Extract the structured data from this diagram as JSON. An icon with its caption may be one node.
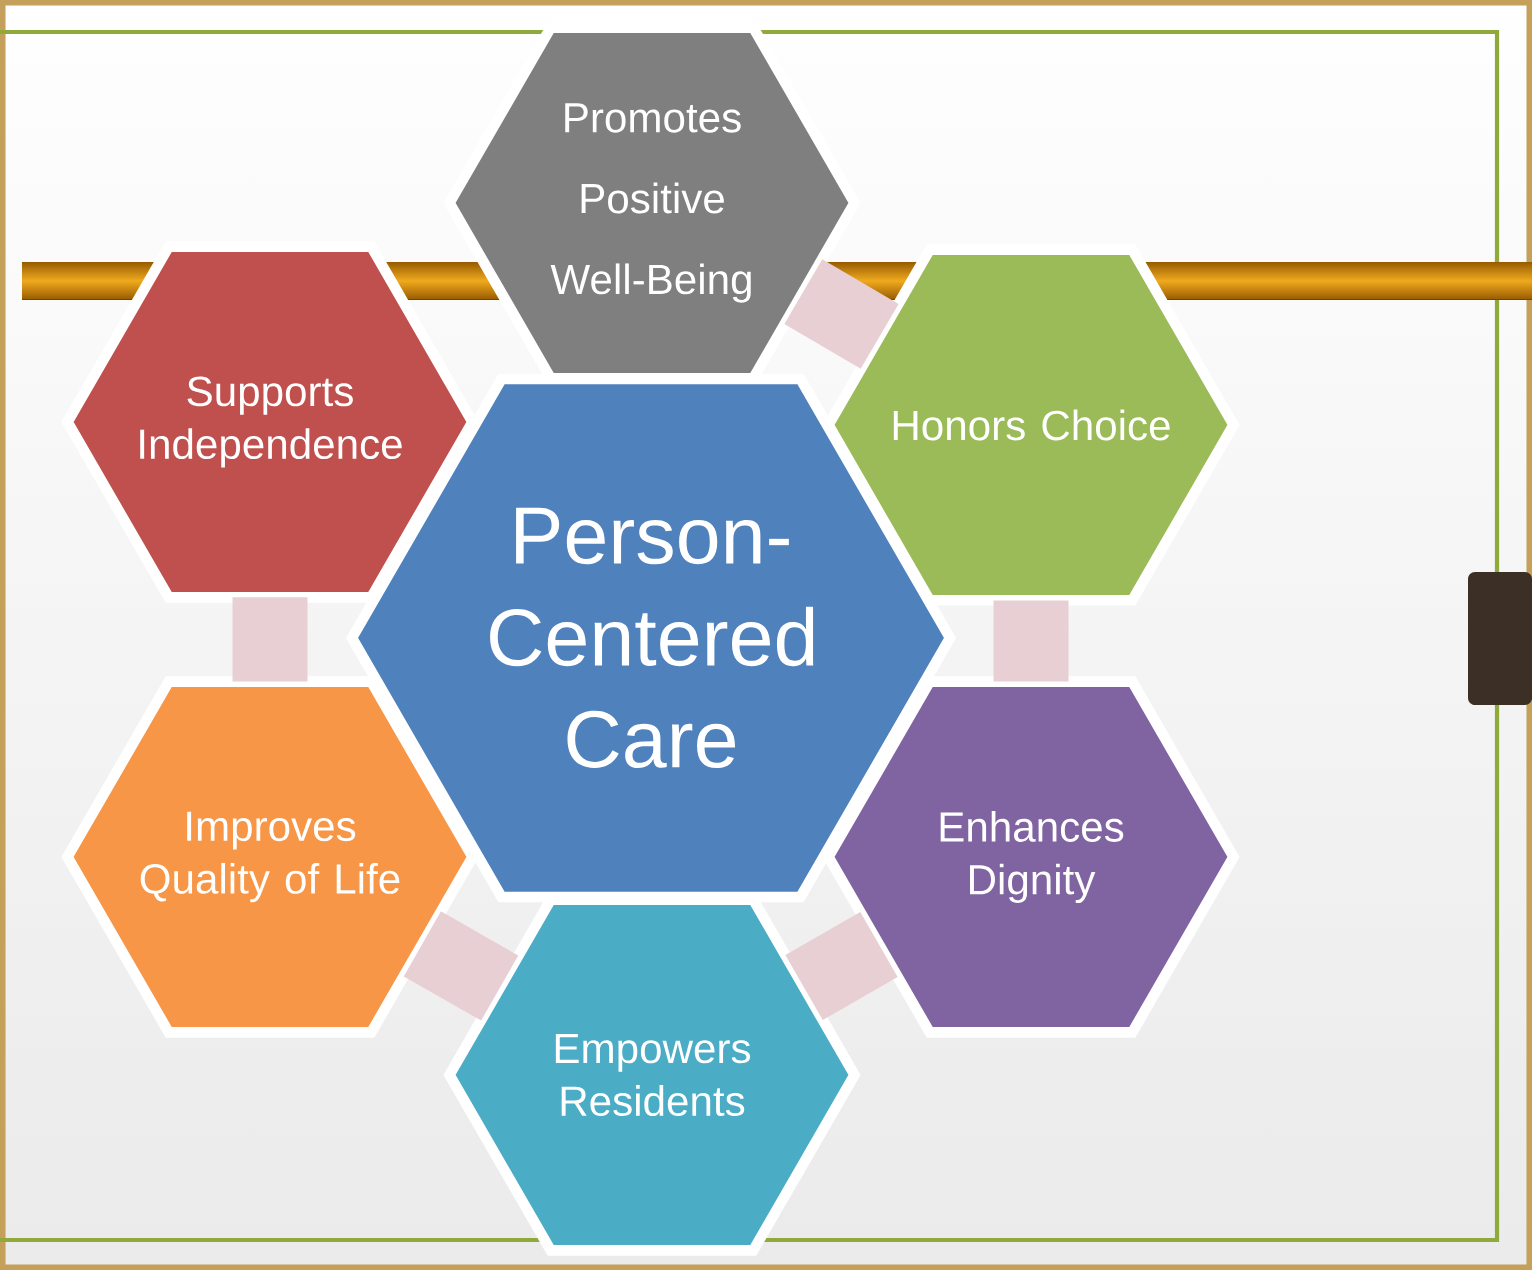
{
  "diagram": {
    "nodes": [
      {
        "text": [
          "Promotes Positive Well-Being"
        ]
      },
      {
        "text": [
          "Supports Independence"
        ]
      },
      {
        "text": [
          "Honors Choice"
        ]
      },
      {
        "text": [
          "Person-Centered Care"
        ]
      },
      {
        "text": [
          "Improves Quality of Life"
        ]
      },
      {
        "text": [
          "Enhances Dignity"
        ]
      },
      {
        "text": [
          "Empowers Residents"
        ]
      }
    ],
    "edges": [
      {
        "from": 0,
        "to": 2,
        "arrow": "none"
      },
      {
        "from": 2,
        "to": 5,
        "arrow": "none"
      },
      {
        "from": 6,
        "to": 5,
        "arrow": "none"
      },
      {
        "from": 4,
        "to": 6,
        "arrow": "none"
      },
      {
        "from": 1,
        "to": 4,
        "arrow": "none"
      }
    ]
  }
}
